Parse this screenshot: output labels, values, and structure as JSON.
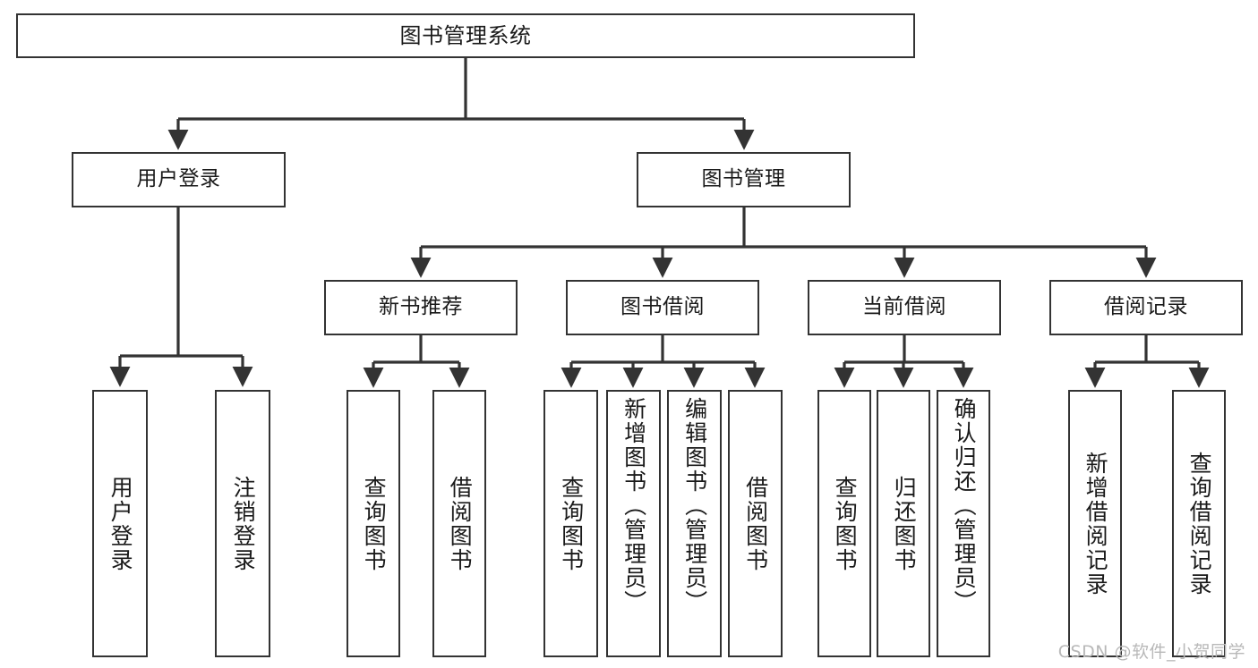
{
  "diagram": {
    "type": "tree-hierarchy-chart",
    "title": "图书管理系统",
    "orientation": "top-down",
    "colors": {
      "box_border": "#333333",
      "box_fill": "#ffffff",
      "edge": "#333333",
      "text": "#1a1a1a",
      "watermark": "#b8b8b8",
      "background": "#ffffff"
    },
    "root": {
      "id": "root",
      "label": "图书管理系统"
    },
    "level2": [
      {
        "id": "user-login",
        "label": "用户登录"
      },
      {
        "id": "book-management",
        "label": "图书管理"
      }
    ],
    "level3": [
      {
        "id": "new-book-recommend",
        "label": "新书推荐"
      },
      {
        "id": "book-borrow",
        "label": "图书借阅"
      },
      {
        "id": "current-borrow",
        "label": "当前借阅"
      },
      {
        "id": "borrow-record",
        "label": "借阅记录"
      }
    ],
    "leaves": {
      "user_login": [
        {
          "id": "leaf-user-login",
          "label": "用户登录"
        },
        {
          "id": "leaf-logout-login",
          "label": "注销登录"
        }
      ],
      "new_book_recommend": [
        {
          "id": "leaf-query-book-1",
          "label": "查询图书"
        },
        {
          "id": "leaf-borrow-book-1",
          "label": "借阅图书"
        }
      ],
      "book_borrow": [
        {
          "id": "leaf-query-book-2",
          "label": "查询图书"
        },
        {
          "id": "leaf-add-book",
          "label": "新增图书（管理员）"
        },
        {
          "id": "leaf-edit-book",
          "label": "编辑图书（管理员）"
        },
        {
          "id": "leaf-borrow-book-2",
          "label": "借阅图书"
        }
      ],
      "current_borrow": [
        {
          "id": "leaf-query-book-3",
          "label": "查询图书"
        },
        {
          "id": "leaf-return-book",
          "label": "归还图书"
        },
        {
          "id": "leaf-confirm-return",
          "label": "确认归还（管理员）"
        }
      ],
      "borrow_record": [
        {
          "id": "leaf-add-record",
          "label": "新增借阅记录"
        },
        {
          "id": "leaf-query-record",
          "label": "查询借阅记录"
        }
      ]
    }
  },
  "watermark": {
    "text": "CSDN @软件_小贺同学"
  }
}
